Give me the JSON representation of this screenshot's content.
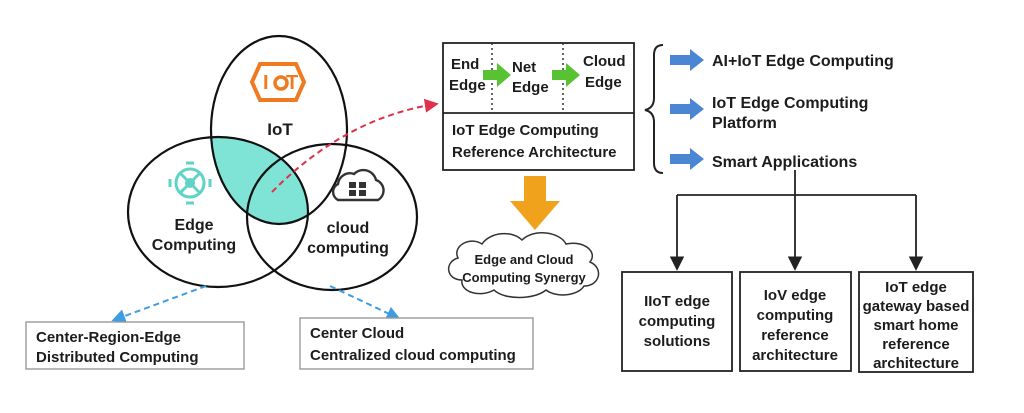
{
  "venn": {
    "iot_label": "IoT",
    "edge_label": [
      "Edge",
      "Computing"
    ],
    "cloud_label": [
      "cloud",
      "computing"
    ]
  },
  "architecture": {
    "stages": [
      [
        "End",
        "Edge"
      ],
      [
        "Net",
        "Edge"
      ],
      [
        "Cloud",
        "Edge"
      ]
    ],
    "title": [
      "IoT Edge Computing",
      "Reference Architecture"
    ]
  },
  "synergy": [
    "Edge and Cloud",
    "Computing Synergy"
  ],
  "components": [
    [
      "AI+IoT Edge Computing"
    ],
    [
      "IoT Edge Computing",
      "Platform"
    ],
    [
      "Smart Applications"
    ]
  ],
  "applications": [
    [
      "IIoT edge",
      "computing",
      "solutions"
    ],
    [
      "IoV edge",
      "computing",
      "reference",
      "architecture"
    ],
    [
      "IoT edge",
      "gateway based",
      "smart home",
      "reference",
      "architecture"
    ]
  ],
  "bottom_boxes": [
    [
      "Center-Region-Edge",
      "Distributed Computing"
    ],
    [
      "Center Cloud",
      "Centralized cloud computing"
    ]
  ],
  "colors": {
    "intersection": "#7fe3d6",
    "iot_icon": "#f07a22",
    "edge_icon": "#5fd3c6",
    "blue_arrow": "#4a86d4",
    "green_arrow": "#57c232",
    "orange_arrow": "#f0a21c",
    "red_dashed": "#e0304a",
    "blue_dashed": "#3d9de0"
  },
  "icons": [
    "iot-logo-icon",
    "edge-computing-icon",
    "cloud-computing-icon"
  ]
}
